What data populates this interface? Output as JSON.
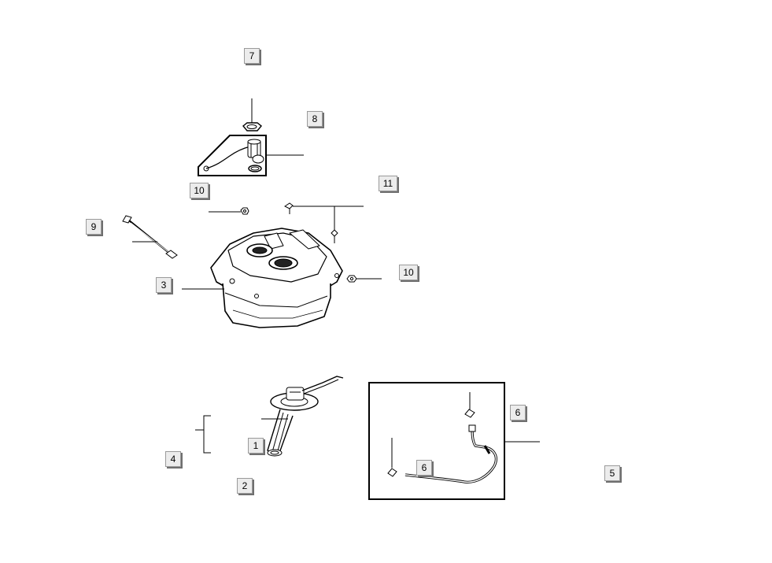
{
  "callouts": {
    "c7": "7",
    "c8": "8",
    "c10_top": "10",
    "c11": "11",
    "c9": "9",
    "c10_right": "10",
    "c3": "3",
    "c6_right": "6",
    "c1": "1",
    "c4": "4",
    "c6_inner": "6",
    "c5": "5",
    "c2": "2"
  },
  "colors": {
    "line": "#000000",
    "callout_bg": "#ececec",
    "callout_border": "#9a9a9a"
  }
}
